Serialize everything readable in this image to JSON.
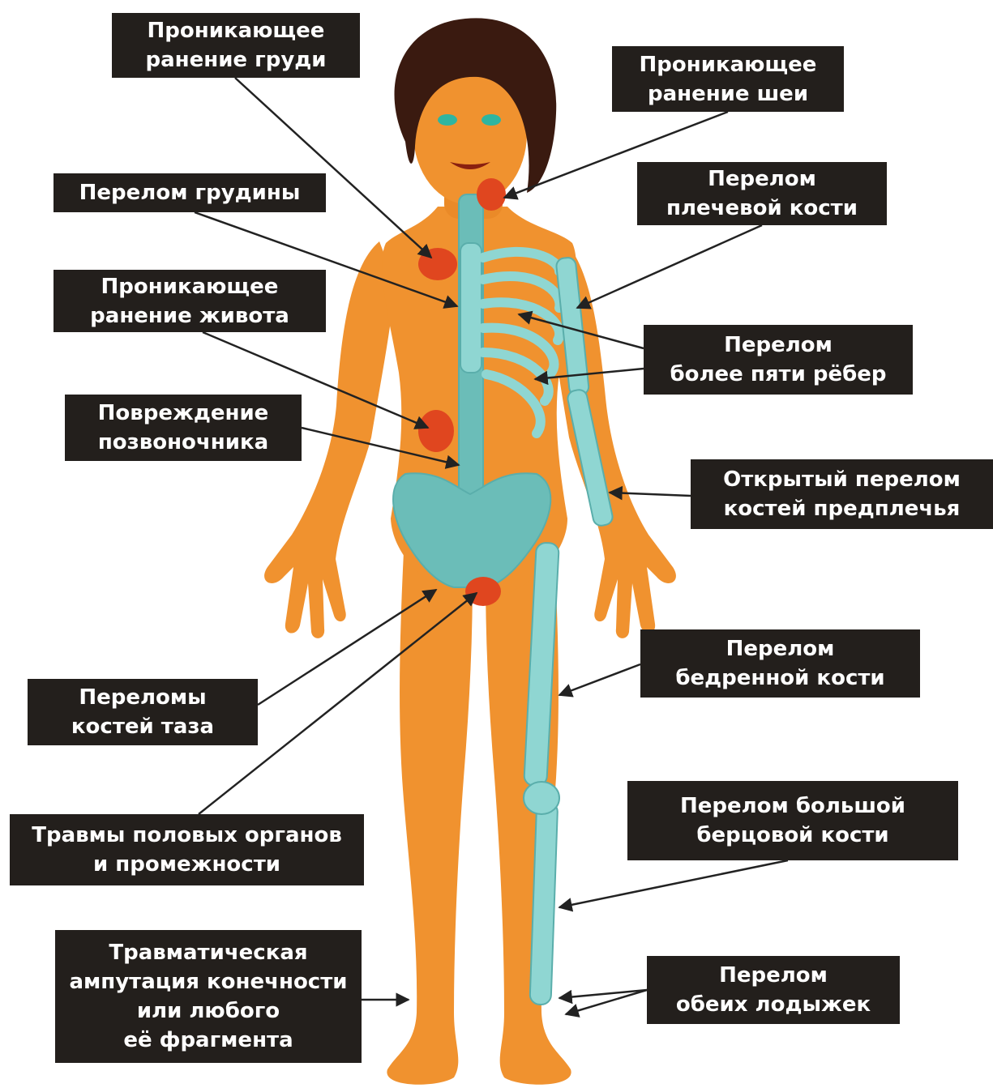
{
  "colors": {
    "label_bg": "#231f1c",
    "label_text": "#ffffff",
    "skin": "#f0922f",
    "bone": "#8fd6d2",
    "injury_marker": "#e0461f",
    "leader_line": "#222222"
  },
  "labels": [
    {
      "id": "chest",
      "lines": [
        "Проникающее",
        "ранение груди"
      ]
    },
    {
      "id": "neck",
      "lines": [
        "Проникающее",
        "ранение шеи"
      ]
    },
    {
      "id": "sternum",
      "lines": [
        "Перелом грудины"
      ]
    },
    {
      "id": "humerus",
      "lines": [
        "Перелом",
        "плечевой кости"
      ]
    },
    {
      "id": "abdomen",
      "lines": [
        "Проникающее",
        "ранение живота"
      ]
    },
    {
      "id": "ribs",
      "lines": [
        "Перелом",
        "более пяти рёбер"
      ]
    },
    {
      "id": "spine",
      "lines": [
        "Повреждение",
        "позвоночника"
      ]
    },
    {
      "id": "forearm",
      "lines": [
        "Открытый перелом",
        "костей предплечья"
      ]
    },
    {
      "id": "femur",
      "lines": [
        "Перелом",
        "бедренной кости"
      ]
    },
    {
      "id": "pelvis",
      "lines": [
        "Переломы",
        "костей таза"
      ]
    },
    {
      "id": "tibia",
      "lines": [
        "Перелом большой",
        "берцовой кости"
      ]
    },
    {
      "id": "genital",
      "lines": [
        "Травмы половых органов",
        "и промежности"
      ]
    },
    {
      "id": "ankles",
      "lines": [
        "Перелом",
        "обеих лодыжек"
      ]
    },
    {
      "id": "amputation",
      "lines": [
        "Травматическая",
        "ампутация конечности",
        "или любого",
        "её фрагмента"
      ]
    }
  ]
}
